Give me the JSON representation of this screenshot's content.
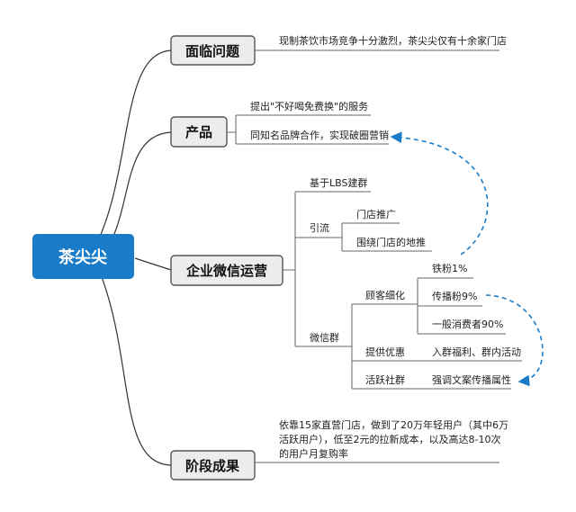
{
  "root": {
    "label": "茶尖尖"
  },
  "branches": {
    "problem": {
      "label": "面临问题",
      "note": "现制茶饮市场竞争十分激烈，茶尖尖仅有十余家门店"
    },
    "product": {
      "label": "产品",
      "items": [
        "提出\"不好喝免费换\"的服务",
        "同知名品牌合作，实现破圈营销"
      ]
    },
    "wechat": {
      "label": "企业微信运营",
      "lbs": "基于LBS建群",
      "traffic": {
        "label": "引流",
        "items": [
          "门店推广",
          "围绕门店的地推"
        ]
      },
      "group": {
        "label": "微信群",
        "segment": {
          "label": "顾客细化",
          "items": [
            "铁粉1%",
            "传播粉9%",
            "一般消费者90%"
          ]
        },
        "offer": {
          "label": "提供优惠",
          "item": "入群福利、群内活动"
        },
        "active": {
          "label": "活跃社群",
          "item": "强调文案传播属性"
        }
      }
    },
    "result": {
      "label": "阶段成果",
      "note_lines": [
        "依靠15家直营门店，做到了20万年轻用户（其中6万",
        "活跃用户），低至2元的拉新成本，以及高达8-10次",
        "的用户月复购率"
      ]
    }
  },
  "colors": {
    "root_fill": "#1a7cc8",
    "node_fill": "#ececec",
    "node_border": "#555555",
    "arrow": "#1a7cc8"
  }
}
